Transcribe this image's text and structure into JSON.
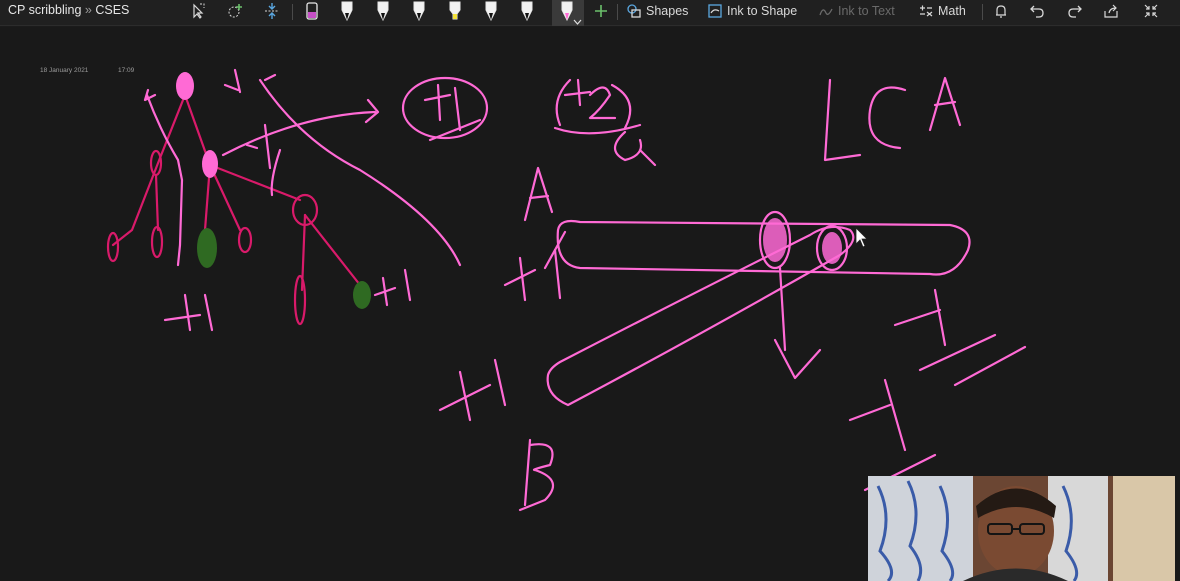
{
  "toolbar": {
    "page_title": "CP scribbling",
    "breadcrumb_separator": "»",
    "section_title": "CSES",
    "shapes_label": "Shapes",
    "ink_to_shape_label": "Ink to Shape",
    "ink_to_text_label": "Ink to Text",
    "math_label": "Math",
    "pen_colors": [
      "#c64fc6",
      "#ffffff",
      "#ffffff",
      "#ffffff",
      "#f3e23a",
      "#ffffff",
      "#ffffff",
      "#ff6ad5"
    ],
    "icons": [
      "lasso-select-icon",
      "add-space-icon",
      "insert-space-icon",
      "eraser-icon",
      "pen-icon",
      "highlighter-icon",
      "add-pen-icon",
      "shapes-icon",
      "ink-to-shape-icon",
      "ink-to-text-icon",
      "math-icon",
      "bell-icon",
      "undo-icon",
      "redo-icon",
      "share-icon",
      "collapse-icon"
    ]
  },
  "canvas": {
    "date": "18 January 2021",
    "time": "17:09",
    "ink_color": "#ff6ad5",
    "tree_color": "#d91a6a",
    "highlight_color": "#2f6a22",
    "labels": [
      "-1",
      "-1",
      "+1",
      "+1",
      "+1",
      "+2",
      "Q",
      "A",
      "B",
      "+1",
      "+1",
      "-1",
      "-1",
      "LCA"
    ]
  },
  "webcam": {
    "visible": true
  }
}
